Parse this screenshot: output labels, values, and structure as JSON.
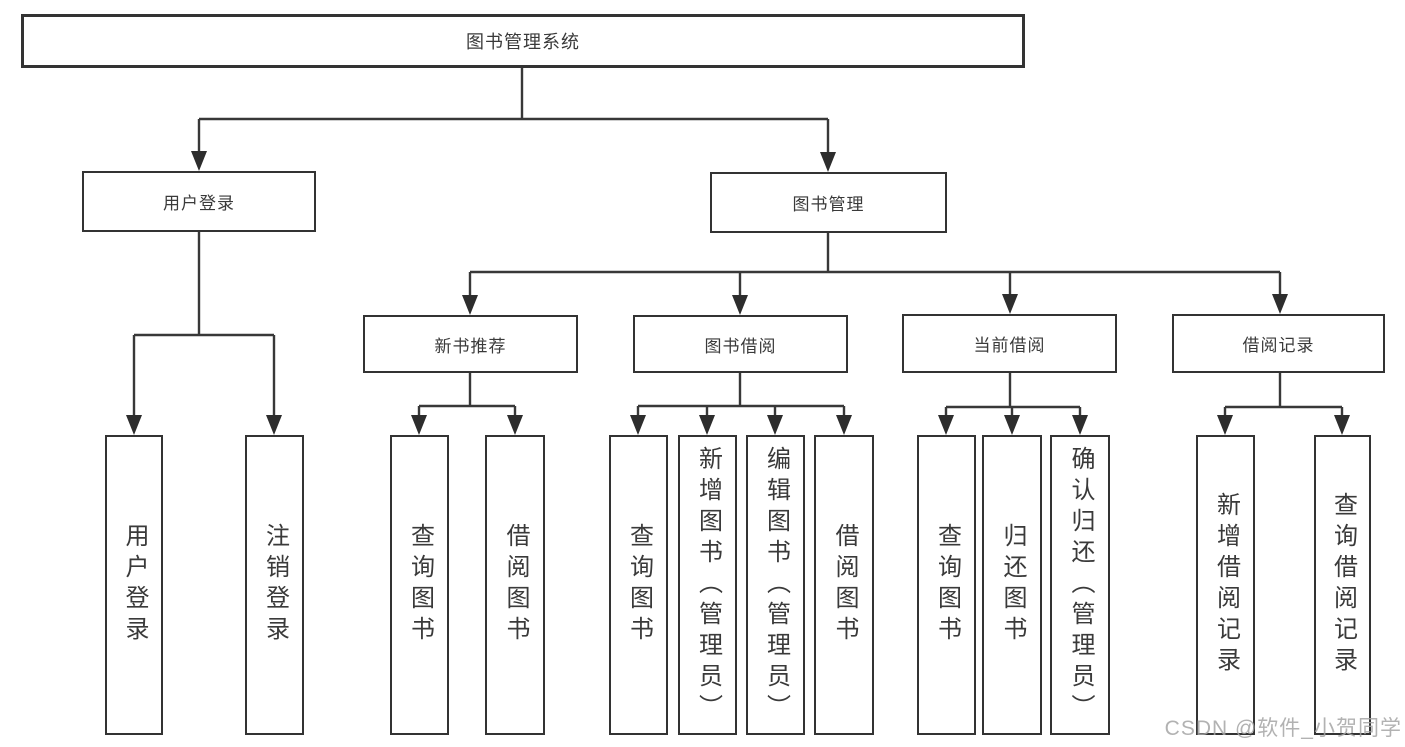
{
  "tree": {
    "root": "图书管理系统",
    "branches": {
      "user_login": {
        "label": "用户登录",
        "leaves": {
          "a": "用户登录",
          "b": "注销登录"
        }
      },
      "book_mgmt": {
        "label": "图书管理",
        "groups": {
          "new_book": {
            "label": "新书推荐",
            "leaves": {
              "a": "查询图书",
              "b": "借阅图书"
            }
          },
          "borrowing": {
            "label": "图书借阅",
            "leaves": {
              "a": "查询图书",
              "b": "新增图书（管理员）",
              "c": "编辑图书（管理员）",
              "d": "借阅图书"
            }
          },
          "current": {
            "label": "当前借阅",
            "leaves": {
              "a": "查询图书",
              "b": "归还图书",
              "c": "确认归还（管理员）"
            }
          },
          "records": {
            "label": "借阅记录",
            "leaves": {
              "a": "新增借阅记录",
              "b": "查询借阅记录"
            }
          }
        }
      }
    }
  },
  "watermark": "CSDN @软件_小贺同学",
  "colors": {
    "line": "#383838",
    "box_border": "#333333",
    "box_fill": "#ffffff",
    "text": "#3a3a3a",
    "watermark": "#a5a5a5"
  }
}
